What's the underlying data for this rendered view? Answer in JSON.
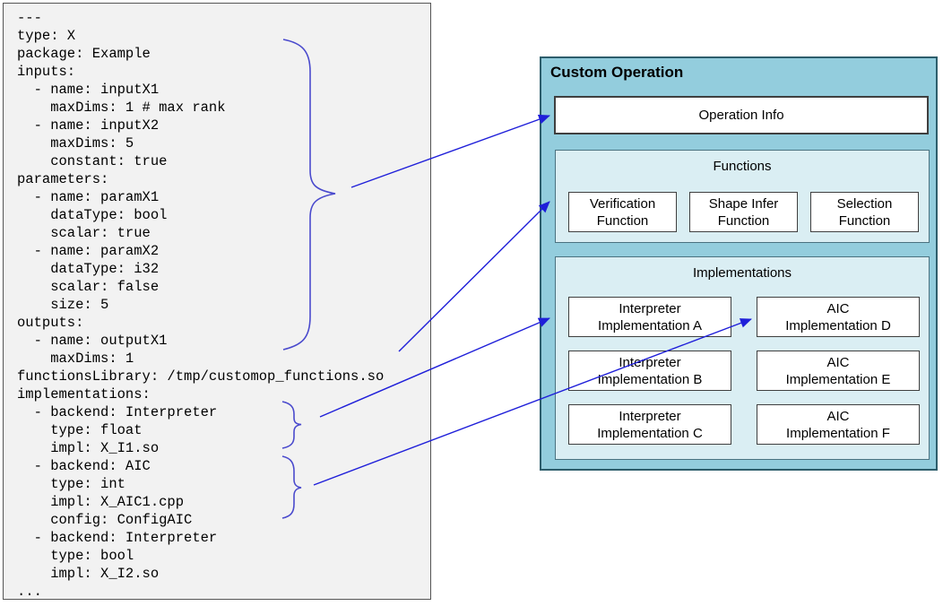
{
  "colors": {
    "arrow_blue": "#1F1FD9",
    "brace_blue": "#4A4ACD",
    "panel_teal": "#93CDDD",
    "panel_teal_border": "#2D5D6B",
    "section_blue": "#DAEEF3",
    "yaml_panel_bg": "#F2F2F2",
    "box_border_gray": "#3F3F3F"
  },
  "yaml_panel": {
    "code": "---\ntype: X\npackage: Example\ninputs:\n  - name: inputX1\n    maxDims: 1 # max rank\n  - name: inputX2\n    maxDims: 5\n    constant: true\nparameters:\n  - name: paramX1\n    dataType: bool\n    scalar: true\n  - name: paramX2\n    dataType: i32\n    scalar: false\n    size: 5\noutputs:\n  - name: outputX1\n    maxDims: 1\nfunctionsLibrary: /tmp/customop_functions.so\nimplementations:\n  - backend: Interpreter\n    type: float\n    impl: X_I1.so\n  - backend: AIC\n    type: int\n    impl: X_AIC1.cpp\n    config: ConfigAIC\n  - backend: Interpreter\n    type: bool\n    impl: X_I2.so\n..."
  },
  "custom_operation": {
    "title": "Custom Operation",
    "operation_info": {
      "label": "Operation Info"
    },
    "functions": {
      "title": "Functions",
      "items": [
        {
          "label": "Verification\nFunction"
        },
        {
          "label": "Shape Infer\nFunction"
        },
        {
          "label": "Selection\nFunction"
        }
      ]
    },
    "implementations": {
      "title": "Implementations",
      "items": [
        {
          "label": "Interpreter\nImplementation A"
        },
        {
          "label": "AIC\nImplementation D"
        },
        {
          "label": "Interpreter\nImplementation B"
        },
        {
          "label": "AIC\nImplementation E"
        },
        {
          "label": "Interpreter\nImplementation C"
        },
        {
          "label": "AIC\nImplementation F"
        }
      ]
    }
  }
}
